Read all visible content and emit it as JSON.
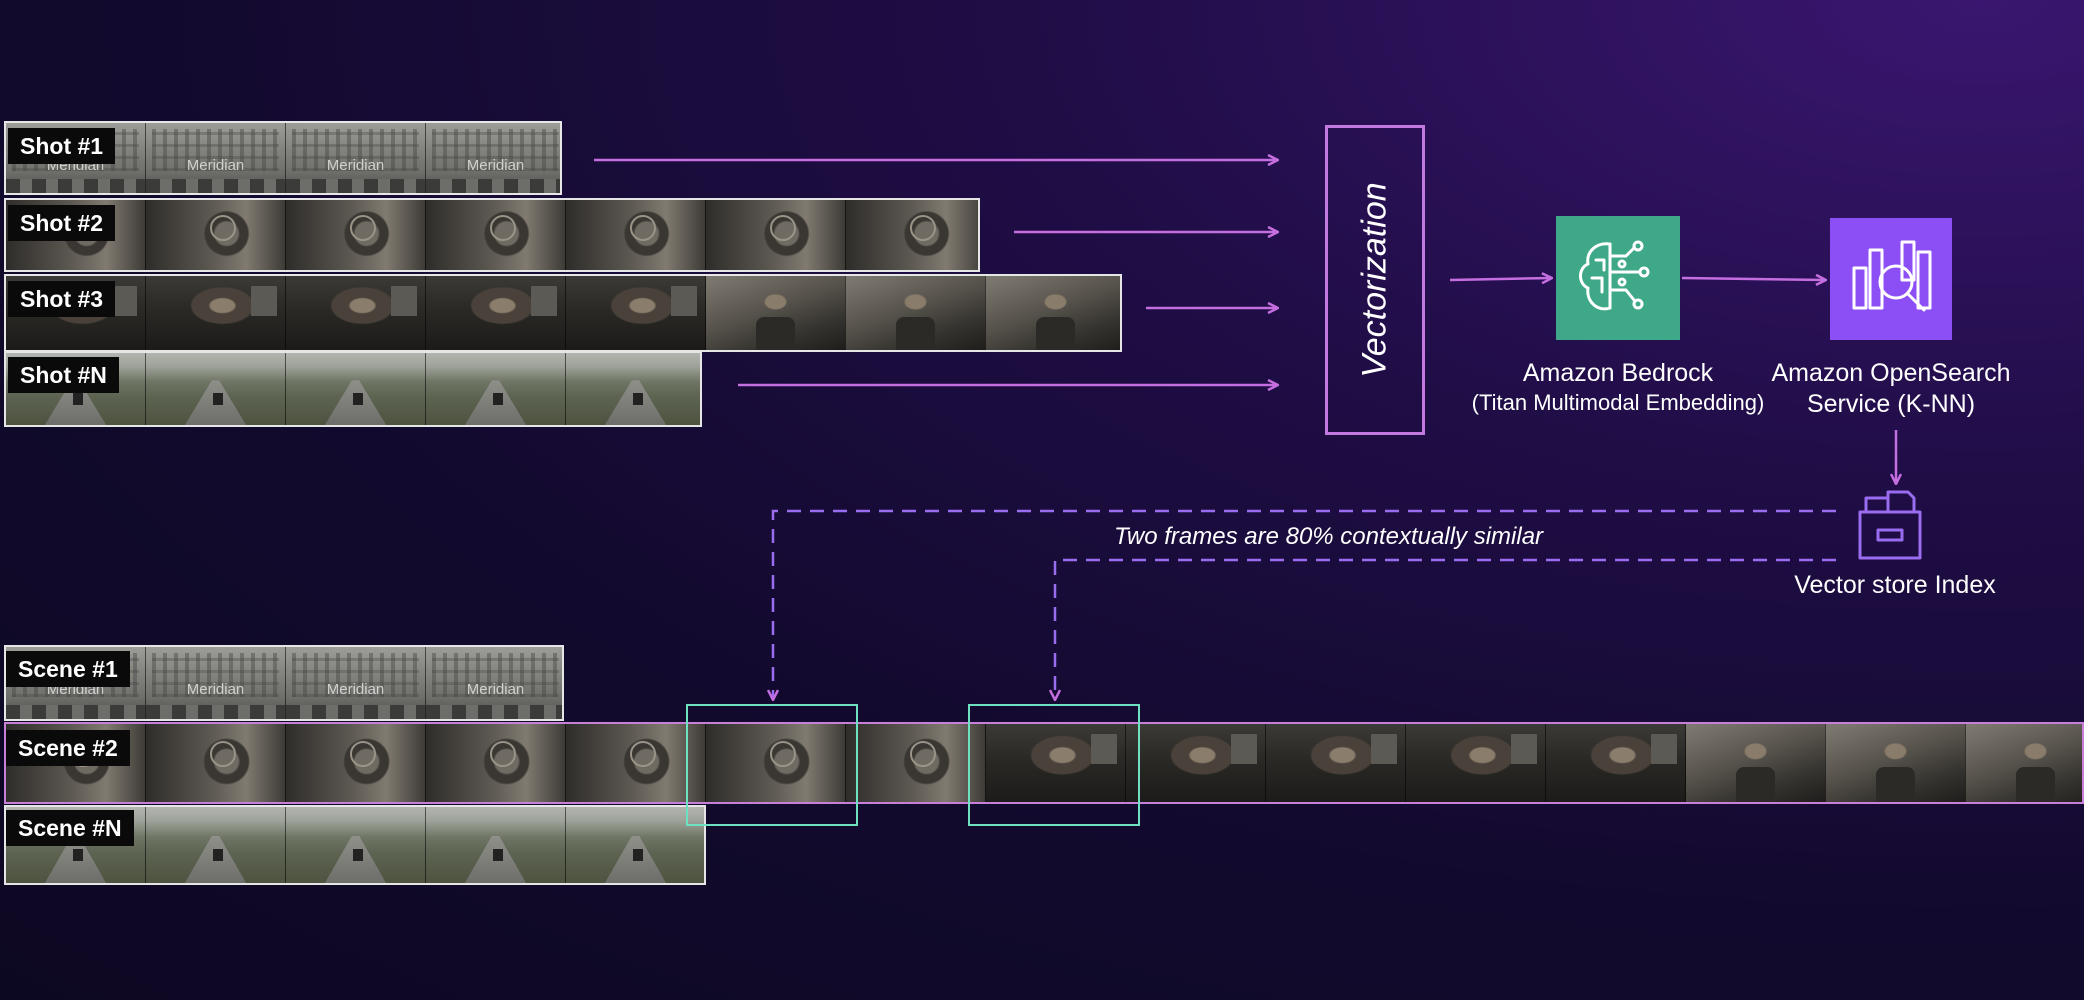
{
  "shots": [
    {
      "label": "Shot #1",
      "frames": [
        "city",
        "city",
        "city",
        "city"
      ],
      "watermark": "Meridian"
    },
    {
      "label": "Shot #2",
      "frames": [
        "office",
        "office",
        "office",
        "office",
        "office",
        "office",
        "office"
      ]
    },
    {
      "label": "Shot #3",
      "frames": [
        "man",
        "man",
        "man",
        "man",
        "man",
        "vest",
        "vest",
        "vest"
      ]
    },
    {
      "label": "Shot #N",
      "frames": [
        "road",
        "road",
        "road",
        "road",
        "road"
      ]
    }
  ],
  "vectorization": {
    "label": "Vectorization"
  },
  "bedrock": {
    "title": "Amazon Bedrock",
    "subtitle": "(Titan Multimodal Embedding)",
    "icon": "bedrock-brain-icon",
    "color": "#3fa889"
  },
  "opensearch": {
    "title": "Amazon OpenSearch",
    "subtitle": "Service (K-NN)",
    "icon": "opensearch-magnifier-icon",
    "color": "#8c4ff5"
  },
  "vector_store": {
    "label": "Vector store Index",
    "icon": "vector-store-index-icon"
  },
  "similarity_note": "Two frames are 80% contextually similar",
  "scenes": [
    {
      "label": "Scene #1",
      "frames": [
        "city",
        "city",
        "city",
        "city"
      ],
      "watermark": "Meridian"
    },
    {
      "label": "Scene #2",
      "frames": [
        "office",
        "office",
        "office",
        "office",
        "office",
        "office",
        "office",
        "man",
        "man",
        "man",
        "man",
        "man",
        "vest",
        "vest",
        "vest"
      ]
    },
    {
      "label": "Scene #N",
      "frames": [
        "road",
        "road",
        "road",
        "road",
        "road"
      ]
    }
  ],
  "colors": {
    "arrow": "#c56ee0",
    "dashed": "#9a6cf0",
    "highlight": "#6fe0c0"
  }
}
